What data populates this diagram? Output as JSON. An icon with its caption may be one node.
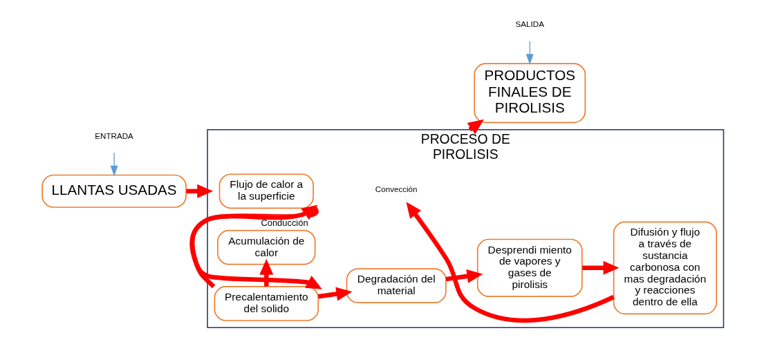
{
  "diagram": {
    "nodes": [
      {
        "text": [
          "PROCESO DE PIROLISIS"
        ]
      },
      {
        "text": [
          "ENTRADA"
        ]
      },
      {
        "text": [
          "LLANTAS USADAS"
        ]
      },
      {
        "text": [
          "Flujo de calor a la superficie"
        ],
        "in": 0
      },
      {
        "text": [
          "Precalentamiento del solido"
        ],
        "in": 0
      },
      {
        "text": [
          "Acumulación de calor"
        ],
        "in": 0
      },
      {
        "text": [
          "Degradación del material"
        ],
        "in": 0
      },
      {
        "text": [
          "Desprendi miento de vapores y gases de pirolisis"
        ],
        "in": 0
      },
      {
        "text": [
          "Difusión y flujo a través de sustancia carbonosa con mas degradación y reacciones dentro de ella"
        ],
        "in": 0
      },
      {
        "text": [
          "PRODUCTOS FINALES DE PIROLISIS"
        ]
      },
      {
        "text": [
          "SALIDA"
        ]
      },
      {
        "text": [
          "Convección"
        ],
        "in": 0
      }
    ],
    "edges": [
      {
        "from": 1,
        "to": 2,
        "arrow": "to",
        "color": "#5b9bd5"
      },
      {
        "from": 2,
        "to": 0,
        "arrow": "to"
      },
      {
        "from": 3,
        "to": 4,
        "arrow": "to",
        "label": "Conducción"
      },
      {
        "from": 4,
        "to": 3,
        "arrow": "to"
      },
      {
        "from": 8,
        "to": 11,
        "arrow": "to"
      },
      {
        "from": 4,
        "to": 5,
        "arrow": "to"
      },
      {
        "from": 4,
        "to": 6,
        "arrow": "to"
      },
      {
        "from": 6,
        "to": 7,
        "arrow": "to"
      },
      {
        "from": 7,
        "to": 8,
        "arrow": "to"
      },
      {
        "from": 0,
        "to": 9,
        "arrow": "to"
      },
      {
        "from": 10,
        "to": 9,
        "arrow": "to",
        "color": "#5b9bd5"
      }
    ]
  }
}
